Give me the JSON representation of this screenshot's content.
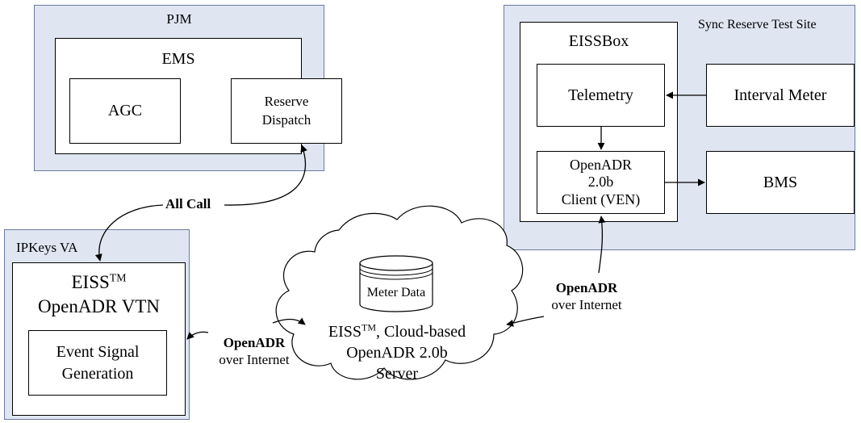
{
  "pjm": {
    "group_label": "PJM",
    "ems_label": "EMS",
    "agc_label": "AGC",
    "reserve_dispatch_line1": "Reserve",
    "reserve_dispatch_line2": "Dispatch"
  },
  "all_call_label": "All Call",
  "sync_site": {
    "group_label": "Sync Reserve Test Site",
    "eissbox_label": "EISSBox",
    "telemetry_label": "Telemetry",
    "openadr_client_line1": "OpenADR",
    "openadr_client_line2": "2.0b",
    "openadr_client_line3": "Client (VEN)",
    "interval_meter_label": "Interval Meter",
    "bms_label": "BMS"
  },
  "ipkeys": {
    "group_label": "IPKeys VA",
    "eiss_prefix": "EISS",
    "eiss_tm": "TM",
    "vtn_label": "OpenADR VTN",
    "event_signal_line1": "Event Signal",
    "event_signal_line2": "Generation"
  },
  "cloud": {
    "meter_data_label": "Meter Data",
    "eiss_prefix": "EISS",
    "eiss_tm": "TM",
    "line1_suffix": ", Cloud-based",
    "line2": "OpenADR 2.0b",
    "line3": "Server"
  },
  "link_left": {
    "bold": "OpenADR",
    "normal": "over Internet"
  },
  "link_right": {
    "bold": "OpenADR",
    "normal": "over Internet"
  }
}
